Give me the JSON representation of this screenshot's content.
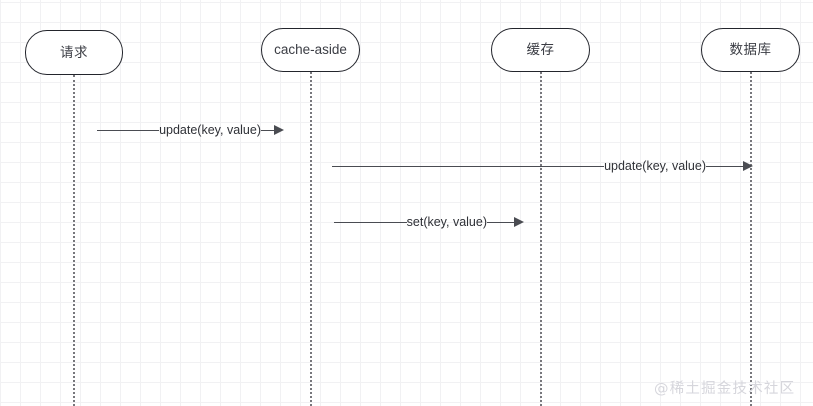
{
  "diagram": {
    "type": "sequence-diagram",
    "background": "#ffffff",
    "grid_color": "#e7e7ea",
    "line_color": "#4a4c52",
    "box_border_color": "#23252c",
    "text_color": "#2f3137",
    "participants": [
      {
        "id": "request",
        "label": "请求",
        "script": "han"
      },
      {
        "id": "cache-aside",
        "label": "cache-aside",
        "script": "latin"
      },
      {
        "id": "cache",
        "label": "缓存",
        "script": "han"
      },
      {
        "id": "database",
        "label": "数据库",
        "script": "han"
      }
    ],
    "messages": [
      {
        "id": "msg-1",
        "label": "update(key, value)",
        "from": "request",
        "to": "cache-aside",
        "direction": "right"
      },
      {
        "id": "msg-2",
        "label": "update(key, value)",
        "from": "cache-aside",
        "to": "database",
        "direction": "right"
      },
      {
        "id": "msg-3",
        "label": "set(key, value)",
        "from": "cache-aside",
        "to": "cache",
        "direction": "right"
      }
    ]
  },
  "watermark": {
    "text": "@稀土掘金技术社区"
  }
}
